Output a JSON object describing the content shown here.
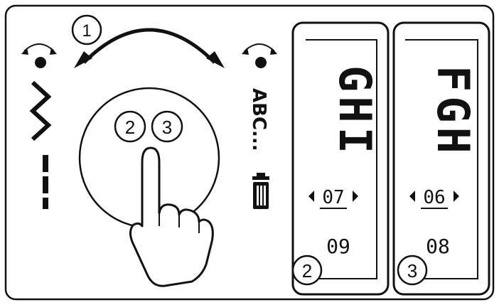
{
  "step_callouts": {
    "rotate": "1",
    "press_a": "2",
    "press_b": "3",
    "screen_left": "2",
    "screen_right": "3"
  },
  "left_controls": {
    "stitch_icon": "zigzag-stitch-icon",
    "dash_icon": "dashed-line-icon"
  },
  "right_controls": {
    "abc_label": "ABC...",
    "trash_icon": "trash-icon"
  },
  "screens": [
    {
      "letters": "GHI",
      "selected_value": "07",
      "secondary_value": "09"
    },
    {
      "letters": "FGH",
      "selected_value": "06",
      "secondary_value": "08"
    }
  ],
  "colors": {
    "ink": "#111111",
    "background": "#ffffff",
    "pixel_text": "#555555"
  }
}
